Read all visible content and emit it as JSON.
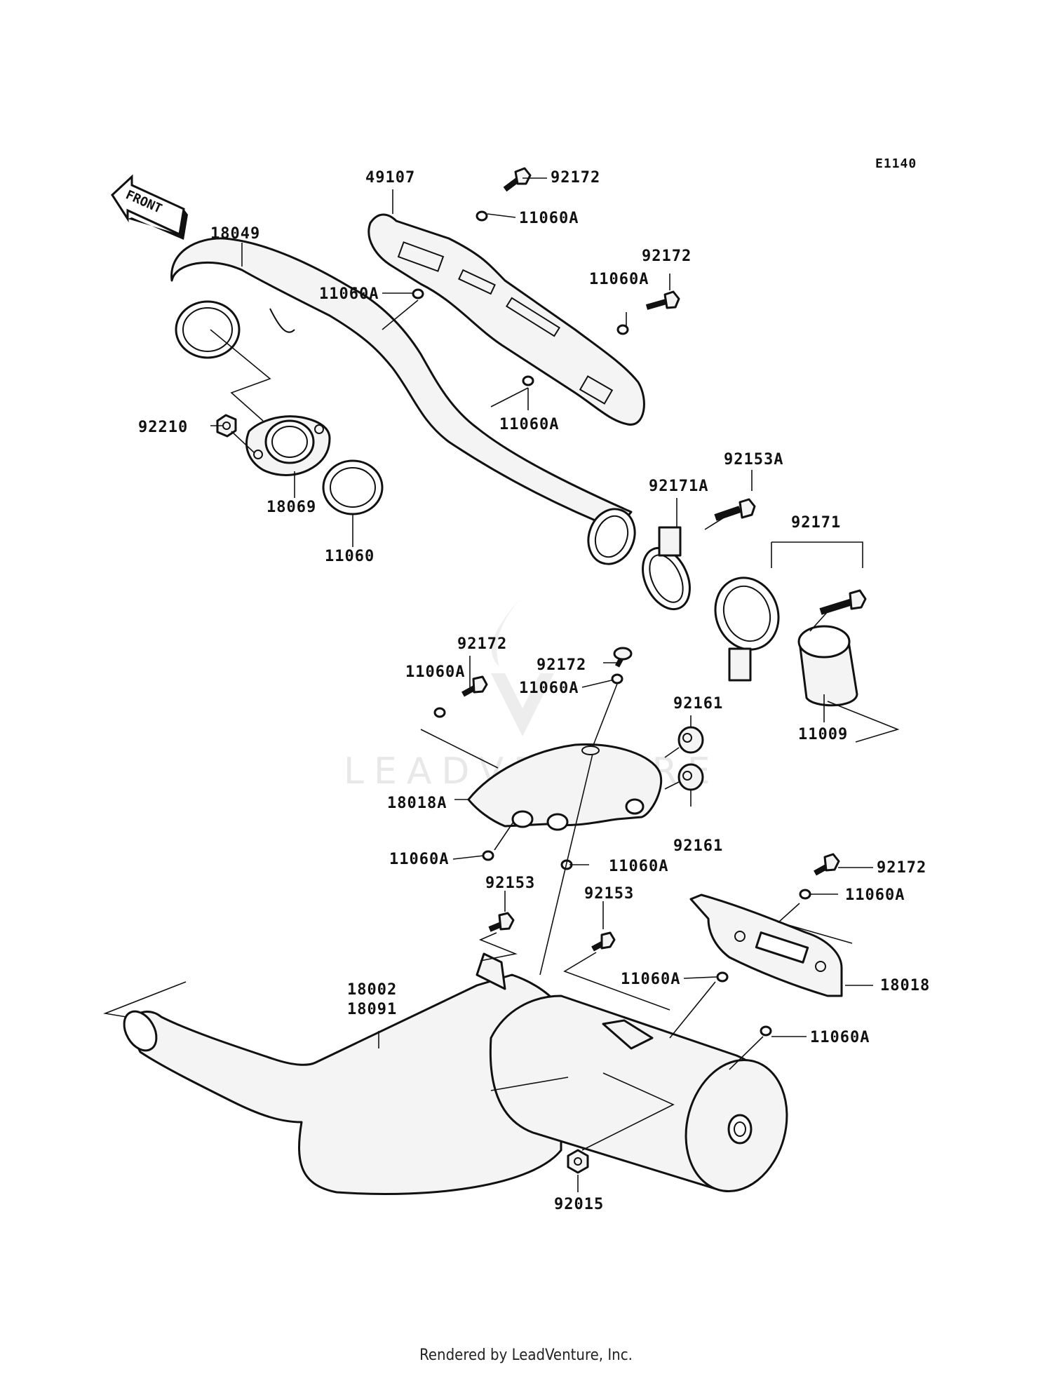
{
  "diagram_code": "E1140",
  "front_label": "FRONT",
  "watermark": "LEADVENTURE",
  "footer": "Rendered by LeadVenture, Inc.",
  "callouts": {
    "c49107": "49107",
    "c92172_top": "92172",
    "c11060A_top": "11060A",
    "c18049": "18049",
    "c92172_right": "92172",
    "c11060A_right": "11060A",
    "c11060A_left": "11060A",
    "c11060A_mid": "11060A",
    "c92210": "92210",
    "c18069": "18069",
    "c11060": "11060",
    "c92153A": "92153A",
    "c92171A": "92171A",
    "c92171": "92171",
    "c11009": "11009",
    "c92172_m1": "92172",
    "c92172_m2": "92172",
    "c11060A_m1": "11060A",
    "c11060A_m2": "11060A",
    "c92161_a": "92161",
    "c92161_b": "92161",
    "c18018A": "18018A",
    "c11060A_m3": "11060A",
    "c11060A_m4": "11060A",
    "c92153_a": "92153",
    "c92153_b": "92153",
    "c92172_low": "92172",
    "c11060A_low1": "11060A",
    "c18002": "18002",
    "c18091": "18091",
    "c11060A_low2": "11060A",
    "c18018": "18018",
    "c11060A_low3": "11060A",
    "c92015": "92015"
  },
  "icons": {
    "front_arrow": "front-arrow-icon",
    "watermark_logo": "leadventure-logo-icon"
  }
}
